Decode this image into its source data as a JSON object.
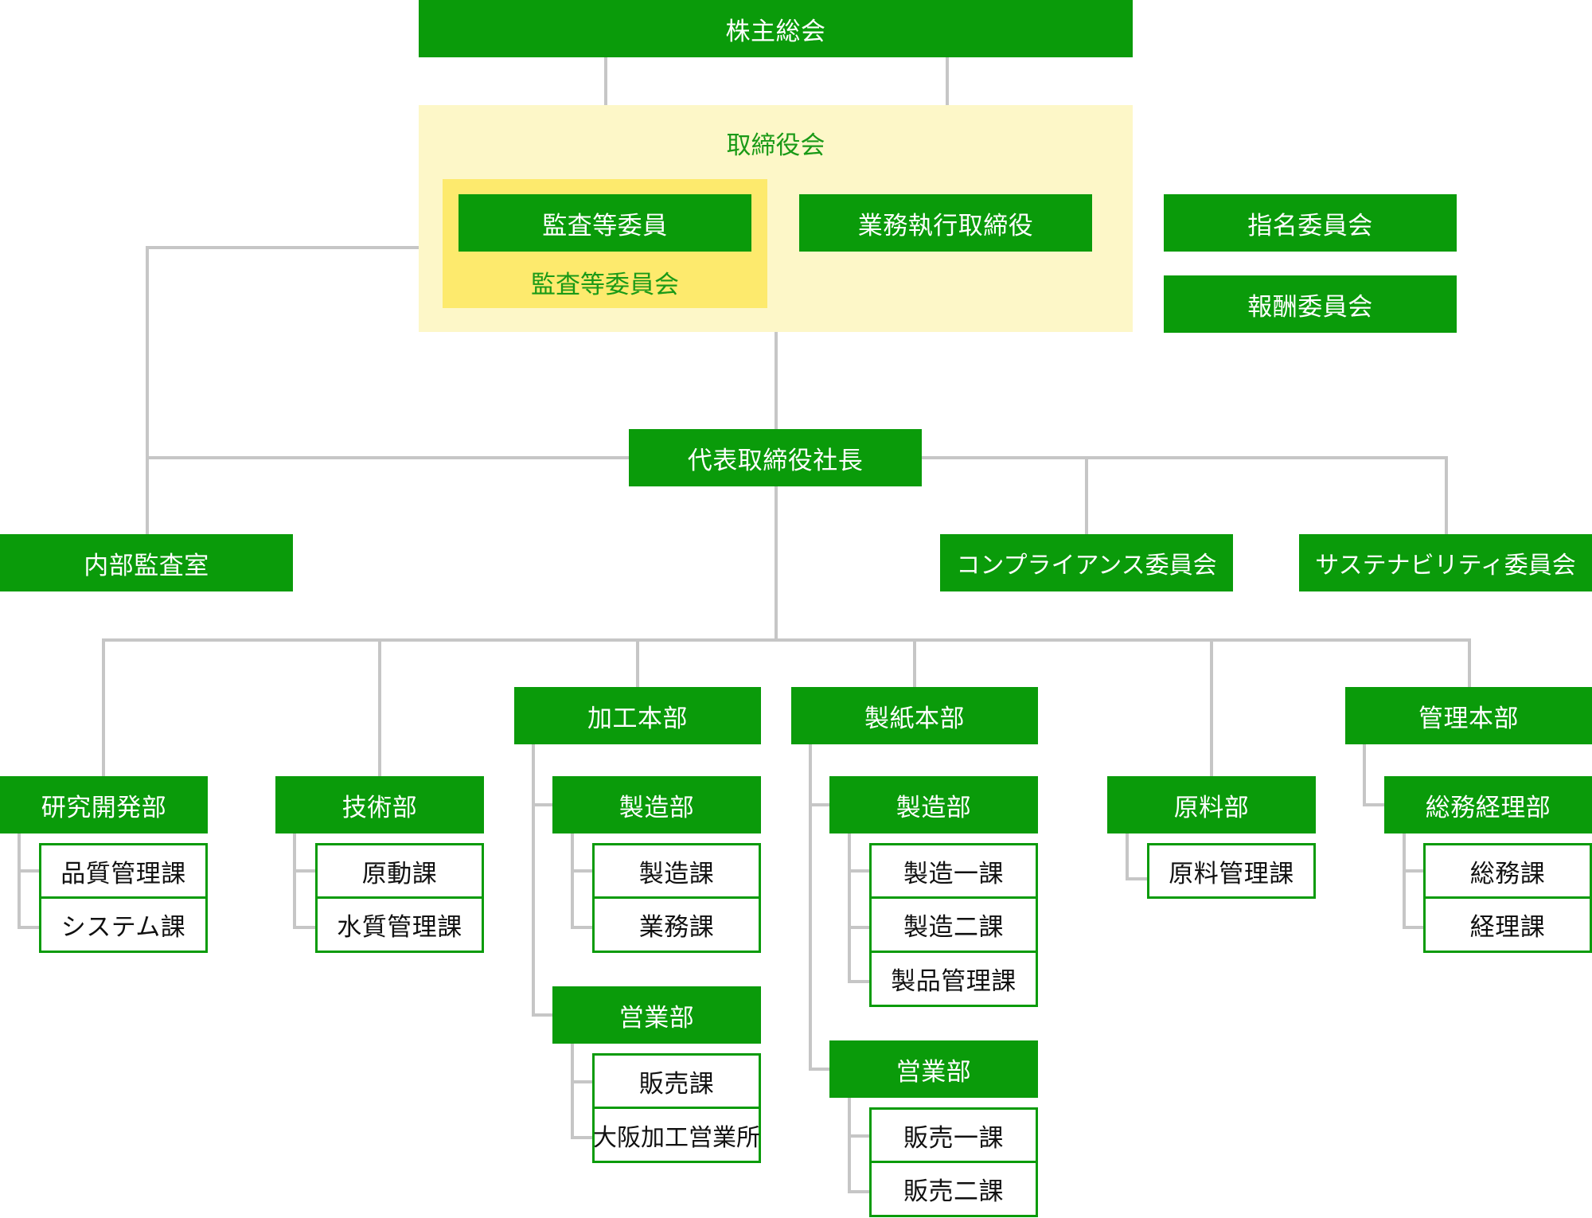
{
  "colors": {
    "box_fill": "#0a9b0a",
    "box_text": "#ffffff",
    "line": "#c6c6c6",
    "board_area": "#fdf7c8",
    "audit_area": "#fdea6d",
    "area_label": "#1a9a17"
  },
  "top": {
    "shareholders": "株主総会"
  },
  "board": {
    "label": "取締役会",
    "audit_member": "監査等委員",
    "audit_committee_label": "監査等委員会",
    "executive_director": "業務執行取締役"
  },
  "committees": {
    "nomination": "指名委員会",
    "compensation": "報酬委員会"
  },
  "president": "代表取締役社長",
  "staff": {
    "internal_audit": "内部監査室",
    "compliance": "コンプライアンス委員会",
    "sustainability": "サステナビリティ委員会"
  },
  "divisions": {
    "rd": {
      "name": "研究開発部",
      "sections": [
        "品質管理課",
        "システム課"
      ]
    },
    "tech": {
      "name": "技術部",
      "sections": [
        "原動課",
        "水質管理課"
      ]
    },
    "processing": {
      "name": "加工本部",
      "depts": [
        {
          "name": "製造部",
          "sections": [
            "製造課",
            "業務課"
          ]
        },
        {
          "name": "営業部",
          "sections": [
            "販売課",
            "大阪加工営業所"
          ]
        }
      ]
    },
    "papermaking": {
      "name": "製紙本部",
      "depts": [
        {
          "name": "製造部",
          "sections": [
            "製造一課",
            "製造二課",
            "製品管理課"
          ]
        },
        {
          "name": "営業部",
          "sections": [
            "販売一課",
            "販売二課"
          ]
        }
      ]
    },
    "materials": {
      "name": "原料部",
      "sections": [
        "原料管理課"
      ]
    },
    "admin": {
      "name": "管理本部",
      "depts": [
        {
          "name": "総務経理部",
          "sections": [
            "総務課",
            "経理課"
          ]
        }
      ]
    }
  }
}
